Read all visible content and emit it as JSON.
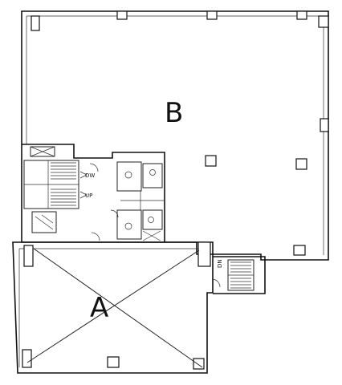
{
  "floor_plan": {
    "labels": {
      "zone_a": "A",
      "zone_b": "B",
      "dw": "DW",
      "up": "UP",
      "dn": "DN"
    }
  }
}
